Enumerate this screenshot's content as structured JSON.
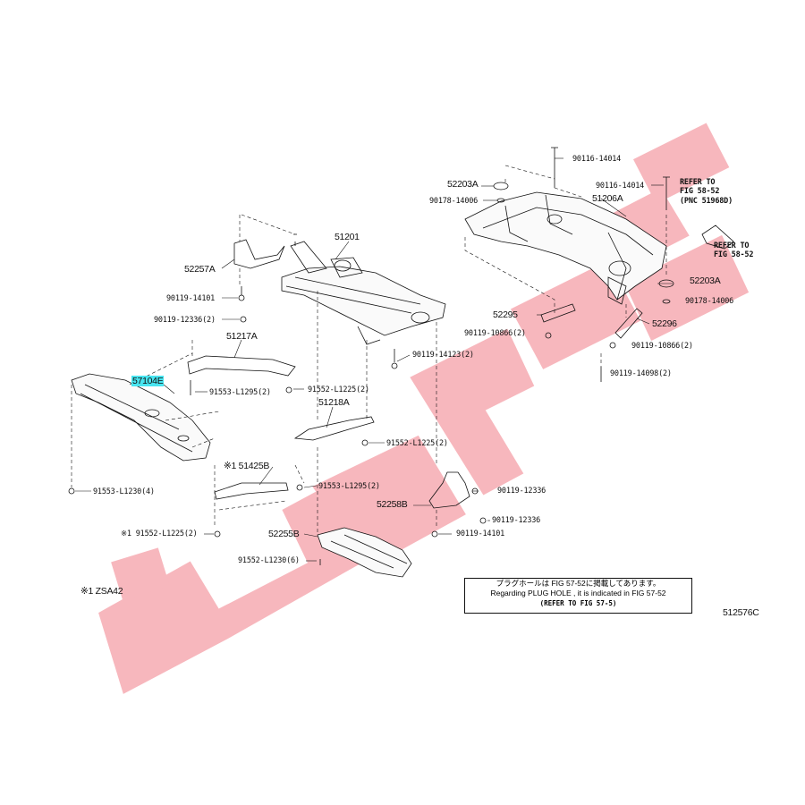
{
  "parts": {
    "p90116_top": "90116-14014",
    "p52203a_top": "52203A",
    "p90178_left": "90178-14006",
    "p90116_right": "90116-14014",
    "p51206a": "51206A",
    "refer_fig1": "REFER TO",
    "refer_fig2": "FIG 58-52",
    "refer_fig3": "(PNC 51968D)",
    "refer_b1": "REFER TO",
    "refer_b2": "FIG 58-52",
    "p51201": "51201",
    "p52257a": "52257A",
    "p90119_14101_l": "90119-14101",
    "p90119_12336_2": "90119-12336(2)",
    "p52203a_right": "52203A",
    "p90178_right": "90178-14006",
    "p52295": "52295",
    "p52296": "52296",
    "p90119_10866_l": "90119-10866(2)",
    "p90119_10866_r": "90119-10866(2)",
    "p51217a": "51217A",
    "p90119_14123": "90119-14123(2)",
    "p90119_14098": "90119-14098(2)",
    "p57104e": "57104E",
    "p91553_l1295_a": "91553-L1295(2)",
    "p91552_l1225_a": "91552-L1225(2)",
    "p51218a": "51218A",
    "p91552_l1225_b": "91552-L1225(2)",
    "p51425b": "※1 51425B",
    "p91553_l1295_b": "91553-L1295(2)",
    "p91553_l1230": "91553-L1230(4)",
    "p90119_12336_a": "90119-12336",
    "p52258b": "52258B",
    "p90119_12336_b": "90119-12336",
    "p91552_l1225_c": "※1 91552-L1225(2)",
    "p52255b": "52255B",
    "p90119_14101_b": "90119-14101",
    "p91552_l1230": "91552-L1230(6)",
    "zsa42": "※1  ZSA42"
  },
  "note": {
    "line1": "プラグホールは FIG 57-52に掲載してあります。",
    "line2": "Regarding PLUG HOLE , it is indicated in FIG 57-52",
    "line3": "(REFER TO FIG 57-5)"
  },
  "figure_id": "512576C",
  "colors": {
    "watermark": "#f7b7bd",
    "lines": "#111111",
    "highlight": "#48e5f0"
  }
}
